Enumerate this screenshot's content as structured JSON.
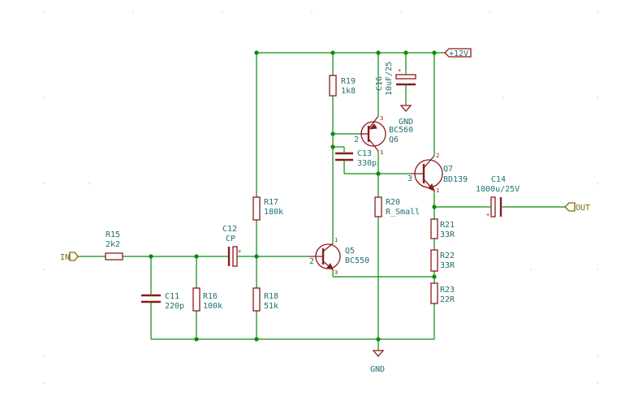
{
  "nets": {
    "in_label": "IN",
    "out_label": "OUT",
    "vcc_label": "+12V",
    "gnd_label_top": "GND",
    "gnd_label_bottom": "GND"
  },
  "components": {
    "R15": {
      "ref": "R15",
      "value": "2k2"
    },
    "C11": {
      "ref": "C11",
      "value": "220p"
    },
    "R16": {
      "ref": "R16",
      "value": "100k"
    },
    "C12": {
      "ref": "C12",
      "value": "CP"
    },
    "R17": {
      "ref": "R17",
      "value": "180k"
    },
    "R18": {
      "ref": "R18",
      "value": "51k"
    },
    "R19": {
      "ref": "R19",
      "value": "1k8"
    },
    "C16": {
      "ref": "C16",
      "value": "10uF/25"
    },
    "C13": {
      "ref": "C13",
      "value": "330p"
    },
    "Q5": {
      "ref": "Q5",
      "value": "BC550"
    },
    "Q6": {
      "ref": "Q6",
      "value": "BC560"
    },
    "Q7": {
      "ref": "Q7",
      "value": "BD139"
    },
    "R20": {
      "ref": "R20",
      "value": "R_Small"
    },
    "R21": {
      "ref": "R21",
      "value": "33R"
    },
    "R22": {
      "ref": "R22",
      "value": "33R"
    },
    "R23": {
      "ref": "R23",
      "value": "22R"
    },
    "C14": {
      "ref": "C14",
      "value": "1000u/25V"
    }
  },
  "pins": {
    "one": "1",
    "two": "2",
    "three": "3"
  },
  "colors": {
    "wire": "#0a8a0a",
    "component": "#8b1a1a",
    "reference_text": "#1f6e6e",
    "net_label": "#7a6a00"
  }
}
